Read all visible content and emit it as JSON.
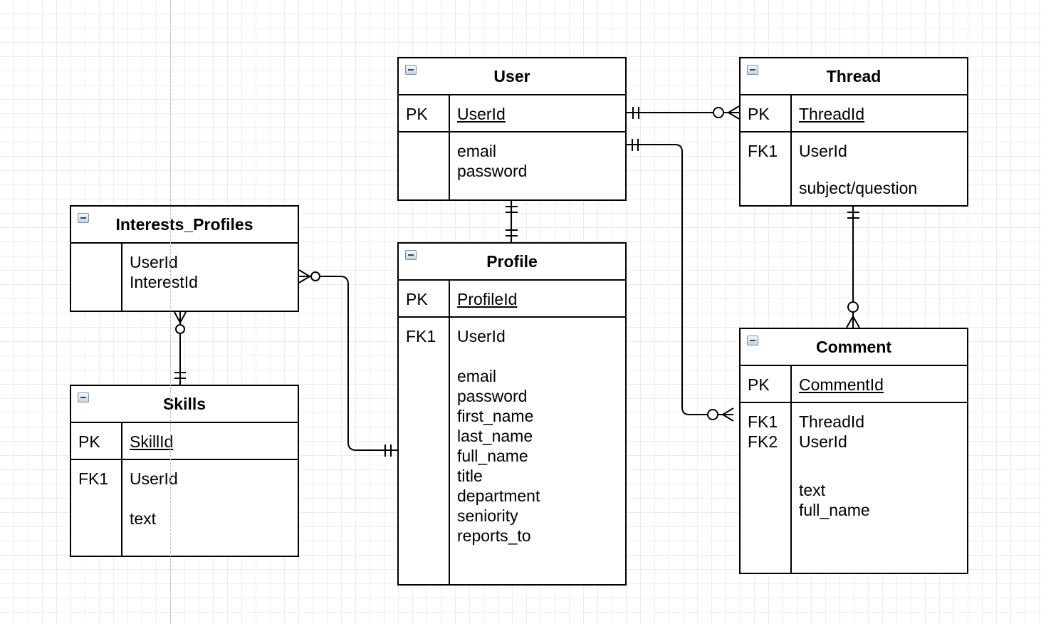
{
  "tables": {
    "user": {
      "title": "User",
      "pk_key": "PK",
      "pk_field": "UserId",
      "fields": [
        "email",
        "password"
      ]
    },
    "thread": {
      "title": "Thread",
      "pk_key": "PK",
      "pk_field": "ThreadId",
      "fk_keys": [
        "FK1"
      ],
      "fields": [
        "UserId",
        "subject/question"
      ]
    },
    "interests_profiles": {
      "title": "Interests_Profiles",
      "fields": [
        "UserId",
        "InterestId"
      ]
    },
    "profile": {
      "title": "Profile",
      "pk_key": "PK",
      "pk_field": "ProfileId",
      "fk_keys": [
        "FK1"
      ],
      "fields": [
        "UserId",
        "email",
        "password",
        "first_name",
        "last_name",
        "full_name",
        "title",
        "department",
        "seniority",
        "reports_to"
      ]
    },
    "skills": {
      "title": "Skills",
      "pk_key": "PK",
      "pk_field": "SkillId",
      "fk_keys": [
        "FK1"
      ],
      "fields": [
        "UserId",
        "text"
      ]
    },
    "comment": {
      "title": "Comment",
      "pk_key": "PK",
      "pk_field": "CommentId",
      "fk_keys": [
        "FK1",
        "FK2"
      ],
      "fields": [
        "ThreadId",
        "UserId",
        "text",
        "full_name"
      ]
    }
  },
  "relationships": [
    {
      "from": "User",
      "to": "Thread",
      "from_end": "exactly-one",
      "to_end": "zero-or-many"
    },
    {
      "from": "User",
      "to": "Comment",
      "from_end": "exactly-one",
      "to_end": "zero-or-many"
    },
    {
      "from": "User",
      "to": "Profile",
      "from_end": "exactly-one",
      "to_end": "exactly-one"
    },
    {
      "from": "Thread",
      "to": "Comment",
      "from_end": "exactly-one",
      "to_end": "zero-or-many"
    },
    {
      "from": "Profile",
      "to": "Interests_Profiles",
      "from_end": "exactly-one",
      "to_end": "zero-or-many"
    },
    {
      "from": "Skills",
      "to": "Interests_Profiles",
      "from_end": "exactly-one",
      "to_end": "zero-or-many"
    }
  ],
  "colors": {
    "line": "#000000",
    "grid": "#d6d6d6",
    "background": "#ffffff"
  }
}
